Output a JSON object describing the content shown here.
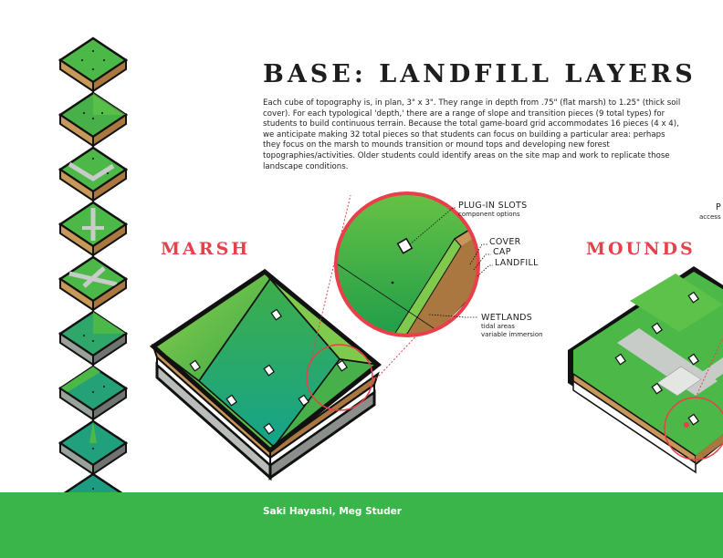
{
  "title": "BASE: LANDFILL LAYERS",
  "description": "Each cube of topography is, in plan, 3\" x 3\". They range in depth from .75\" (flat marsh) to 1.25\" (thick soil cover). For each typological 'depth,' there are a range of slope and transition pieces (9 total types) for students to build continuous terrain. Because the total game-board grid accommodates 16 pieces (4 x 4), we anticipate making 32 total pieces so that students can focus on building a particular area: perhaps they focus on the marsh to mounds transition or mound tops and developing new forest topographies/activities. Older students could identify areas on the site map and work to replicate those landscape conditions.",
  "sections": {
    "left": "MARSH",
    "right": "MOUNDS"
  },
  "callouts": {
    "plugin_title": "PLUG-IN SLOTS",
    "plugin_sub": "component options",
    "cover": "COVER",
    "cap": "CAP",
    "landfill": "LANDFILL",
    "wetlands_title": "WETLANDS",
    "wetlands_sub1": "tidal areas",
    "wetlands_sub2": "variable immersion",
    "edge_letter": "P",
    "edge_sub": "access"
  },
  "footer": {
    "authors": "Saki Hayashi, Meg Studer"
  },
  "colors": {
    "green": "#39b54a",
    "accent_red": "#e8404a",
    "teal": "#1fa27a",
    "soil": "#a9773f"
  }
}
